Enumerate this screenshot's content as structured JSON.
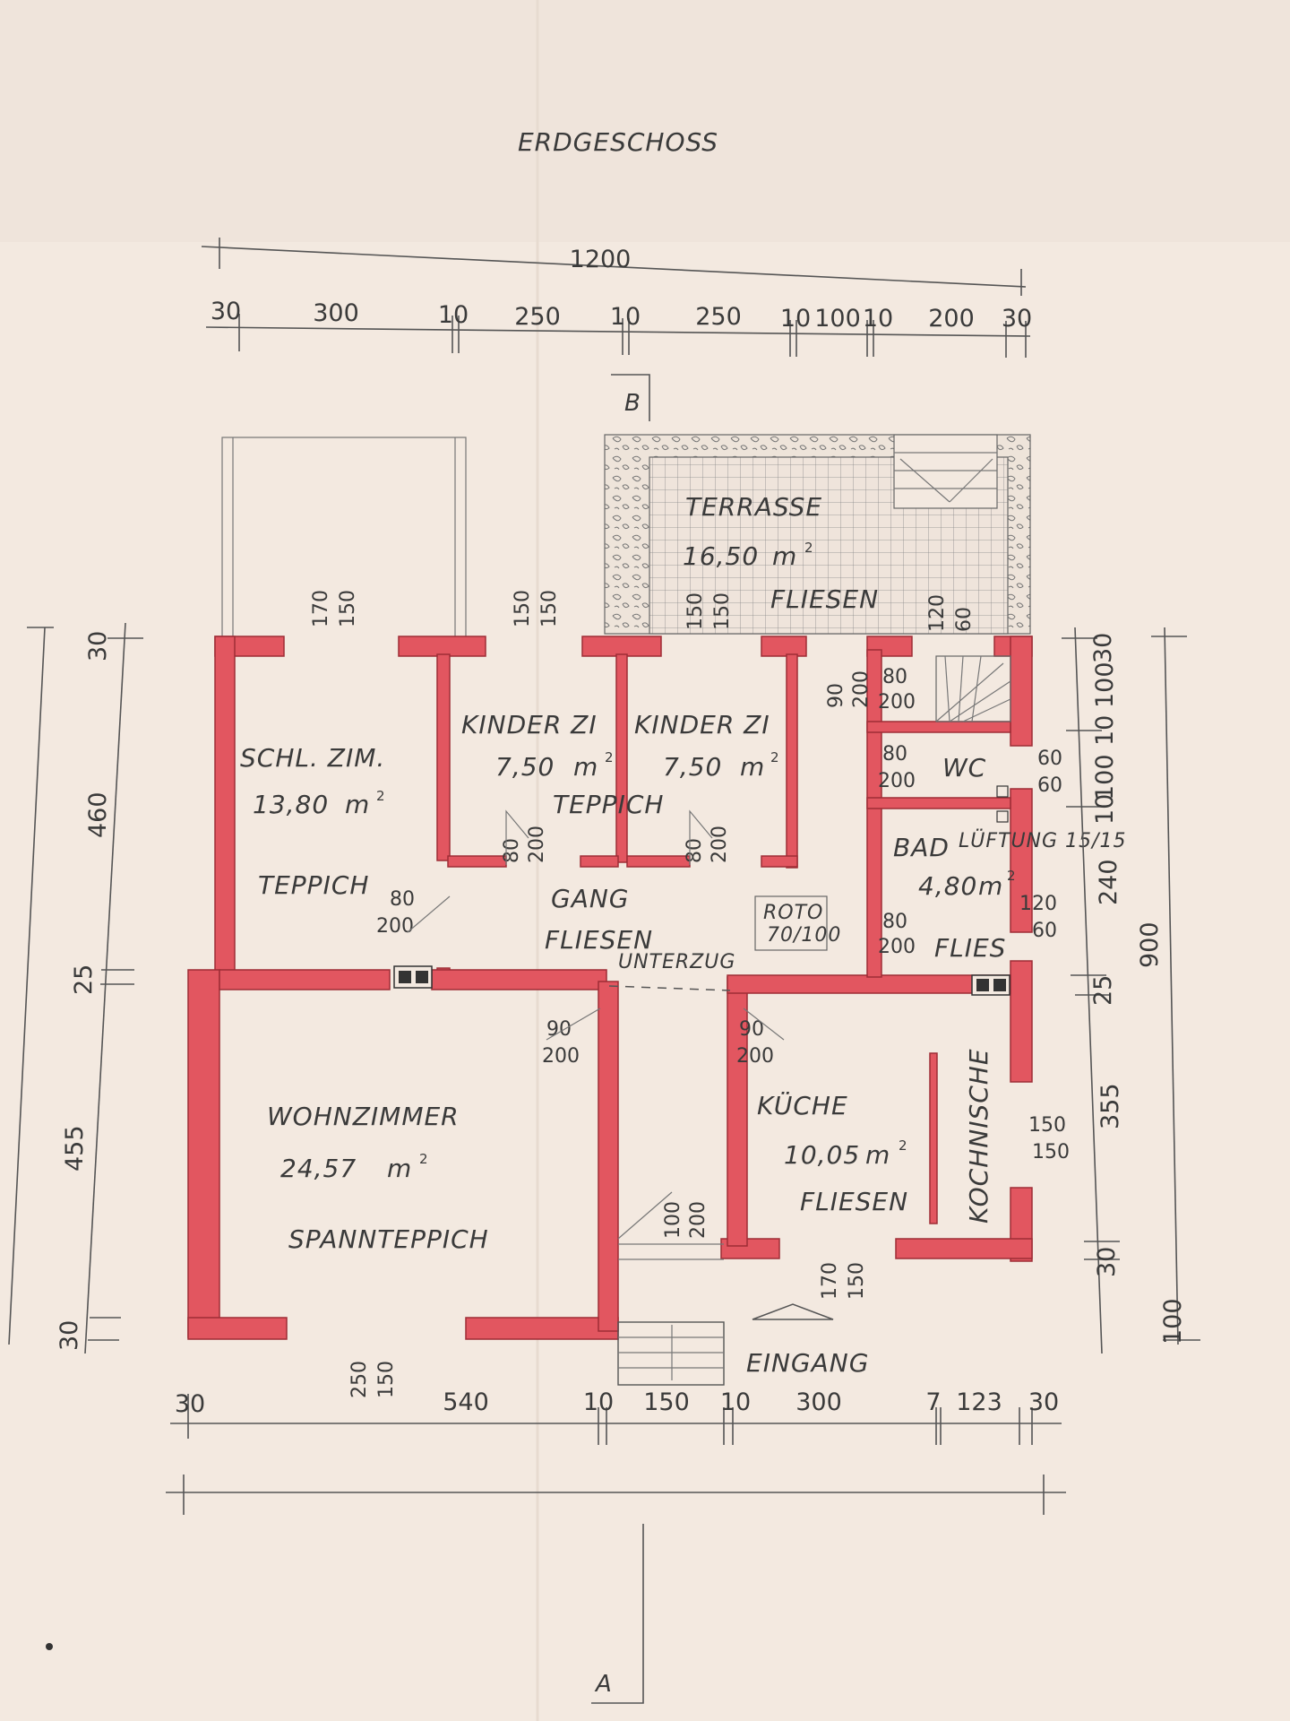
{
  "title": "ERDGESCHOSS",
  "section_marks": {
    "top": "B",
    "bottom": "A"
  },
  "dims_top": {
    "overall": "1200",
    "segments": [
      "30",
      "300",
      "10",
      "250",
      "10",
      "250",
      "10",
      "100",
      "10",
      "200",
      "30"
    ]
  },
  "dims_bottom": {
    "segments": [
      "30",
      "540",
      "10",
      "150",
      "10",
      "300",
      "7",
      "123",
      "30"
    ]
  },
  "dims_left": [
    "30",
    "460",
    "25",
    "455",
    "30"
  ],
  "dims_right": {
    "overall": "900",
    "segments": [
      "30",
      "100",
      "10",
      "100",
      "10",
      "240",
      "25",
      "355",
      "30",
      "100"
    ]
  },
  "window_labels": [
    {
      "w": "170",
      "h": "150"
    },
    {
      "w": "150",
      "h": "150"
    },
    {
      "w": "150",
      "h": "150"
    },
    {
      "w": "120",
      "h": "60"
    },
    {
      "w": "60",
      "h": "60"
    },
    {
      "w": "120",
      "h": "60"
    },
    {
      "w": "150",
      "h": "150"
    },
    {
      "w": "170",
      "h": "150"
    },
    {
      "w": "250",
      "h": "150"
    }
  ],
  "door_labels": [
    {
      "w": "80",
      "h": "200"
    },
    {
      "w": "80",
      "h": "200"
    },
    {
      "w": "80",
      "h": "200"
    },
    {
      "w": "90",
      "h": "200"
    },
    {
      "w": "80",
      "h": "200"
    },
    {
      "w": "80",
      "h": "200"
    },
    {
      "w": "80",
      "h": "200"
    },
    {
      "w": "90",
      "h": "200"
    },
    {
      "w": "90",
      "h": "200"
    },
    {
      "w": "100",
      "h": "200"
    }
  ],
  "rooms": {
    "terrasse": {
      "name": "TERRASSE",
      "area": "16,50",
      "floor": "FLIESEN"
    },
    "schlafzimmer": {
      "name": "SCHL. ZIM.",
      "area": "13,80",
      "floor": "TEPPICH"
    },
    "kinder1": {
      "name": "KINDER ZI",
      "area": "7,50"
    },
    "kinder2": {
      "name": "KINDER ZI",
      "area": "7,50"
    },
    "kinder_floor": "TEPPICH",
    "wc": {
      "name": "WC"
    },
    "bad": {
      "name": "BAD",
      "area": "4,80",
      "floor": "FLIES",
      "note": "LÜFTUNG 15/15"
    },
    "gang": {
      "name": "GANG",
      "floor": "FLIESEN"
    },
    "roto": {
      "name": "ROTO",
      "size": "70/100"
    },
    "unterzug": "UNTERZUG",
    "wohnzimmer": {
      "name": "WOHNZIMMER",
      "area": "24,57",
      "floor": "SPANNTEPPICH"
    },
    "kueche": {
      "name": "KÜCHE",
      "area": "10,05",
      "floor": "FLIESEN"
    },
    "kochnische": {
      "name": "KOCHNISCHE"
    },
    "eingang": {
      "name": "EINGANG"
    }
  },
  "unit_m2": "m",
  "colors": {
    "wall_fill": "#e25660",
    "paper": "#f3e9e0",
    "ink": "#3a3a3a"
  }
}
